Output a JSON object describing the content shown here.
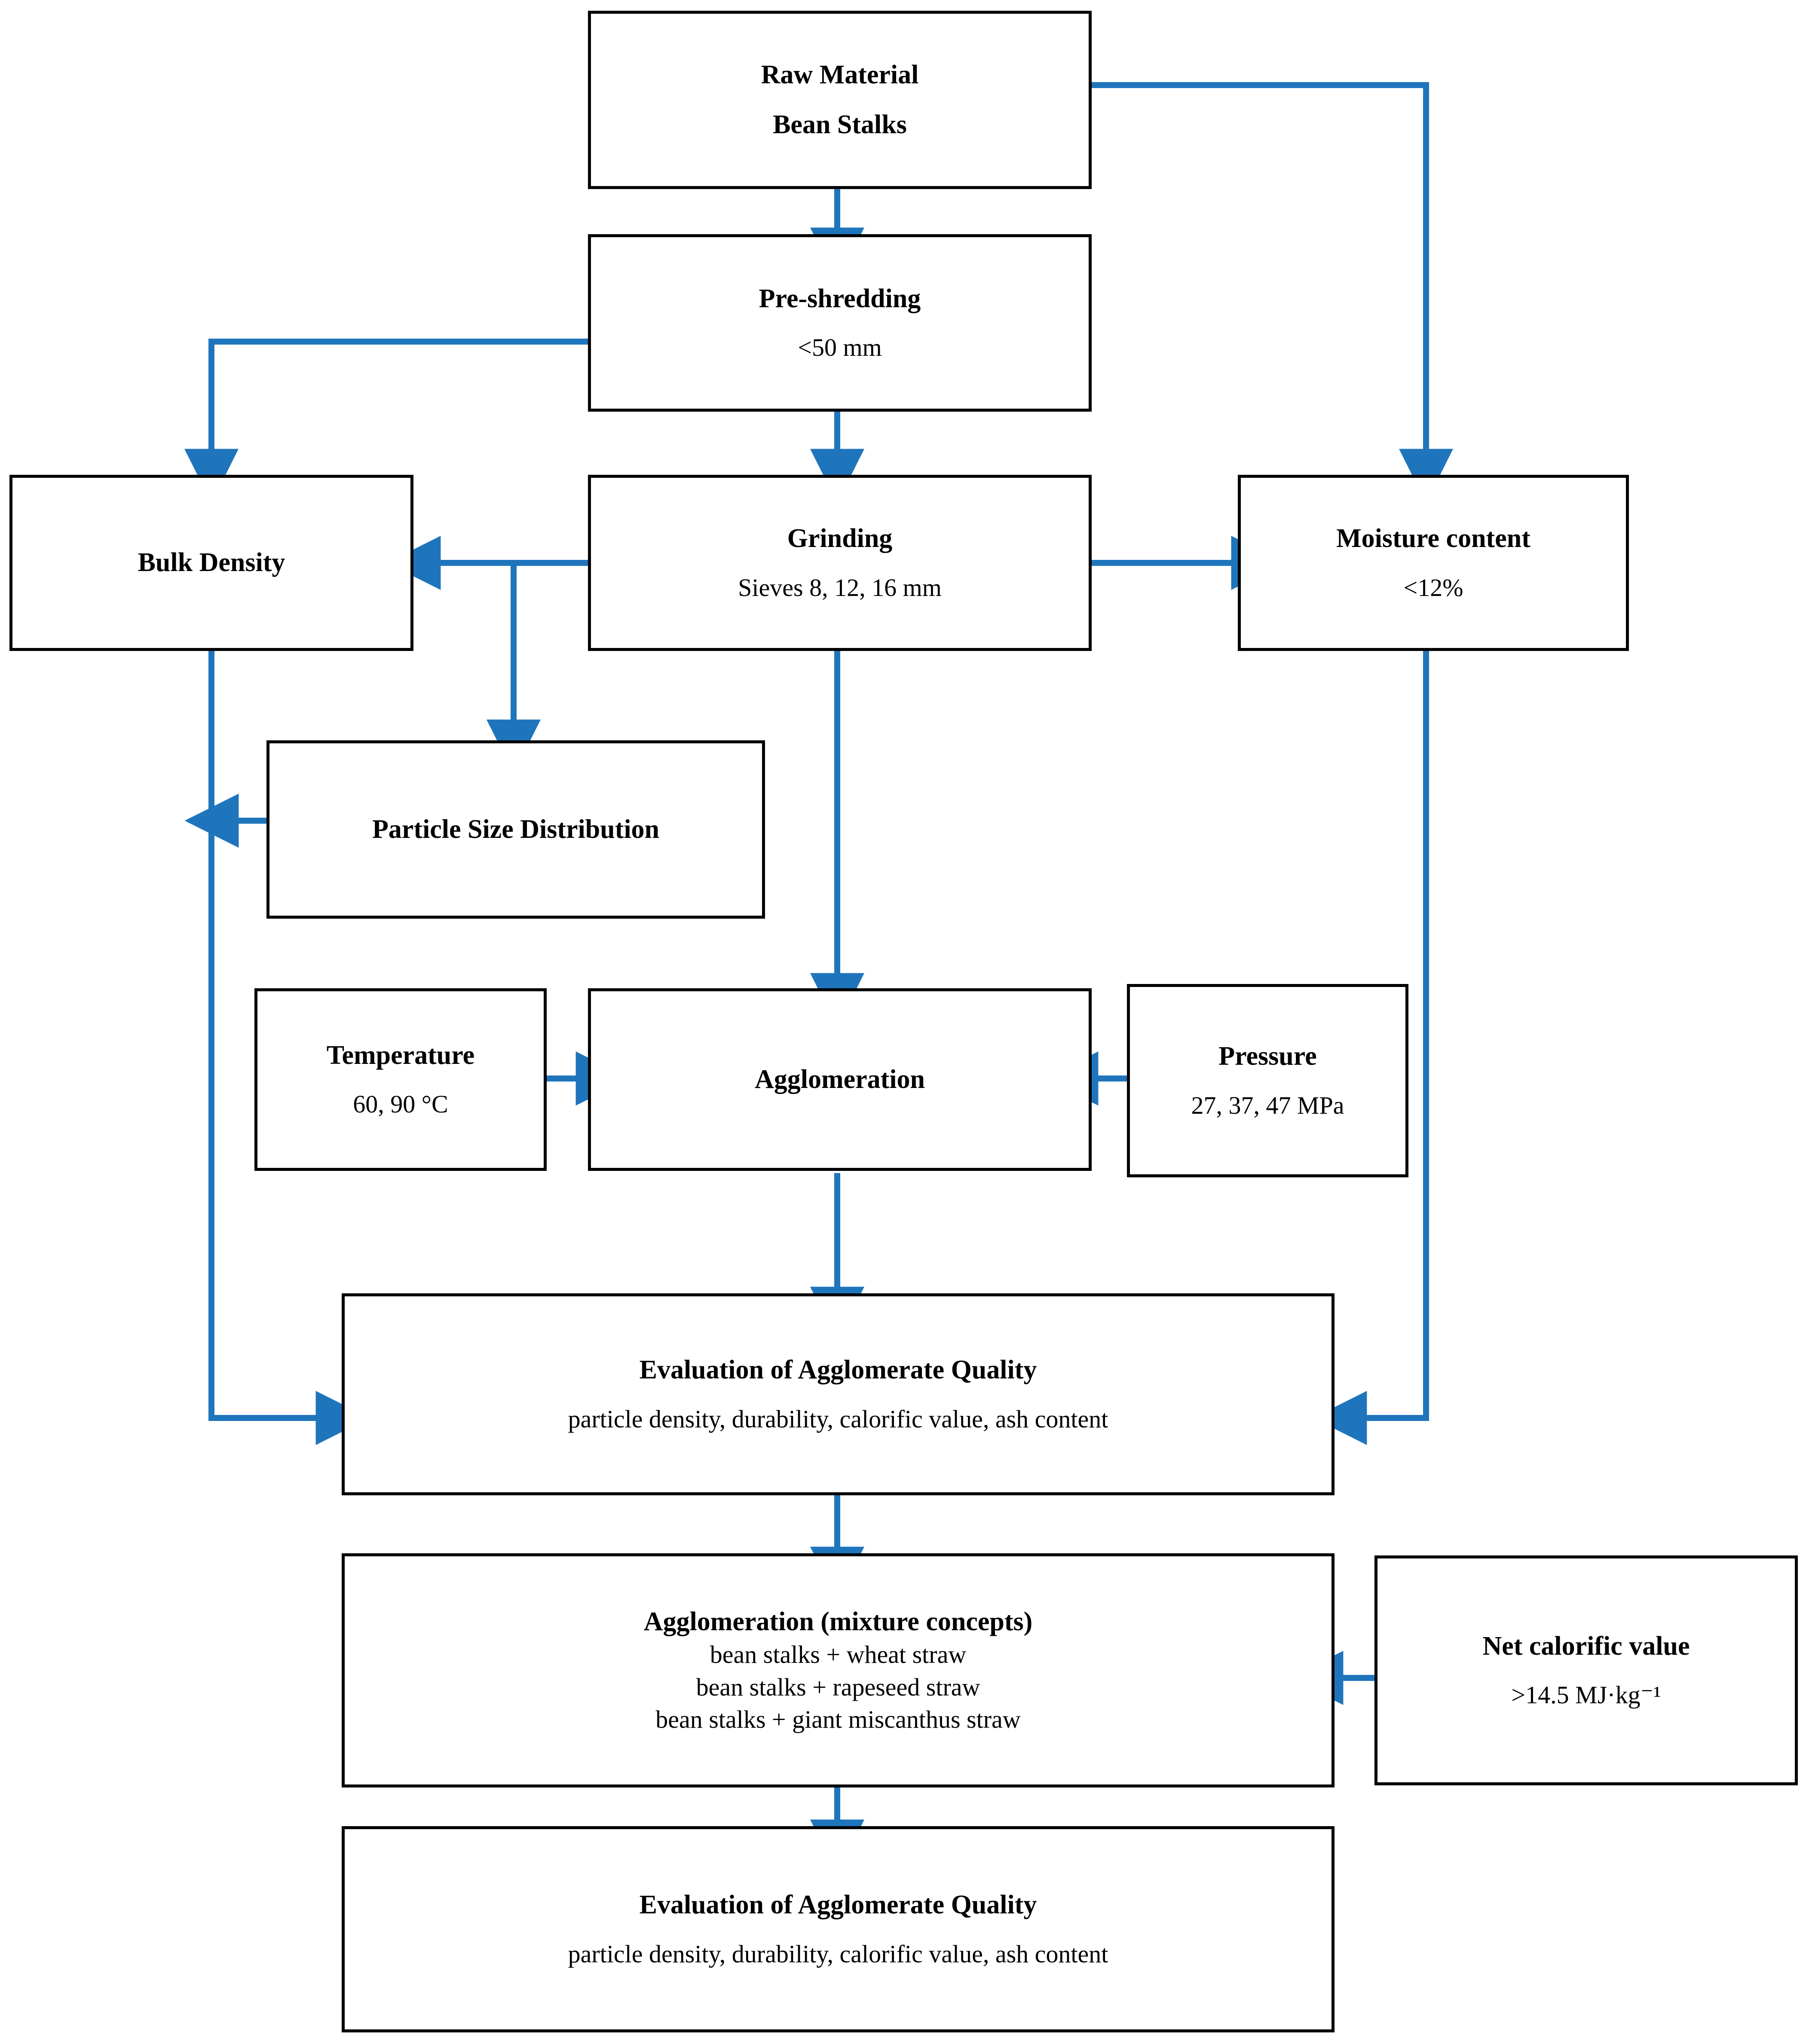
{
  "diagram": {
    "title": "Bean stalk agglomeration process flowchart",
    "accent_color": "#1F75BC",
    "box_border_color": "#000000",
    "background_color": "#FFFFFF"
  },
  "nodes": {
    "raw_material": {
      "title": "Raw Material",
      "sub": "Bean Stalks"
    },
    "pre_shredding": {
      "title": "Pre-shredding",
      "sub": "<50 mm"
    },
    "bulk_density": {
      "title": "Bulk Density",
      "sub": ""
    },
    "grinding": {
      "title": "Grinding",
      "sub": "Sieves 8, 12, 16 mm"
    },
    "moisture": {
      "title": "Moisture content",
      "sub": "<12%"
    },
    "particle_size": {
      "title": "Particle Size Distribution",
      "sub": ""
    },
    "temperature": {
      "title": "Temperature",
      "sub": "60, 90 °C"
    },
    "agglomeration": {
      "title": "Agglomeration",
      "sub": ""
    },
    "pressure": {
      "title": "Pressure",
      "sub": "27, 37, 47 MPa"
    },
    "evaluation_1": {
      "title": "Evaluation of Agglomerate Quality",
      "sub": "particle density, durability, calorific value, ash content"
    },
    "mixture": {
      "title": "Agglomeration (mixture concepts)",
      "line1": "bean stalks + wheat straw",
      "line2": "bean stalks + rapeseed straw",
      "line3": "bean stalks + giant miscanthus straw"
    },
    "net_calorific": {
      "title": "Net calorific value",
      "sub": ">14.5 MJ·kg⁻¹"
    },
    "evaluation_2": {
      "title": "Evaluation of Agglomerate Quality",
      "sub": "particle density, durability, calorific value, ash content"
    }
  },
  "connections": [
    {
      "from": "raw_material",
      "to": "pre_shredding",
      "type": "down-arrow"
    },
    {
      "from": "raw_material",
      "to": "moisture",
      "type": "right-then-down"
    },
    {
      "from": "pre_shredding",
      "to": "bulk_density",
      "type": "left-then-down"
    },
    {
      "from": "pre_shredding",
      "to": "grinding",
      "type": "down-arrow"
    },
    {
      "from": "grinding",
      "to": "bulk_density",
      "type": "left-arrow"
    },
    {
      "from": "grinding",
      "to": "moisture",
      "type": "right-arrow"
    },
    {
      "from": "grinding",
      "to": "particle_size",
      "type": "branch-down-arrow"
    },
    {
      "from": "grinding",
      "to": "agglomeration",
      "type": "down-arrow"
    },
    {
      "from": "particle_size",
      "to": "bulk_density_rail",
      "type": "left-arrow"
    },
    {
      "from": "bulk_density",
      "to": "evaluation_1",
      "type": "down-then-right"
    },
    {
      "from": "temperature",
      "to": "agglomeration",
      "type": "right-arrow"
    },
    {
      "from": "pressure",
      "to": "agglomeration",
      "type": "left-arrow"
    },
    {
      "from": "agglomeration",
      "to": "evaluation_1",
      "type": "down-arrow"
    },
    {
      "from": "moisture",
      "to": "evaluation_1",
      "type": "down-then-left"
    },
    {
      "from": "evaluation_1",
      "to": "mixture",
      "type": "down-arrow"
    },
    {
      "from": "net_calorific",
      "to": "mixture",
      "type": "left-arrow"
    },
    {
      "from": "mixture",
      "to": "evaluation_2",
      "type": "down-arrow"
    }
  ]
}
